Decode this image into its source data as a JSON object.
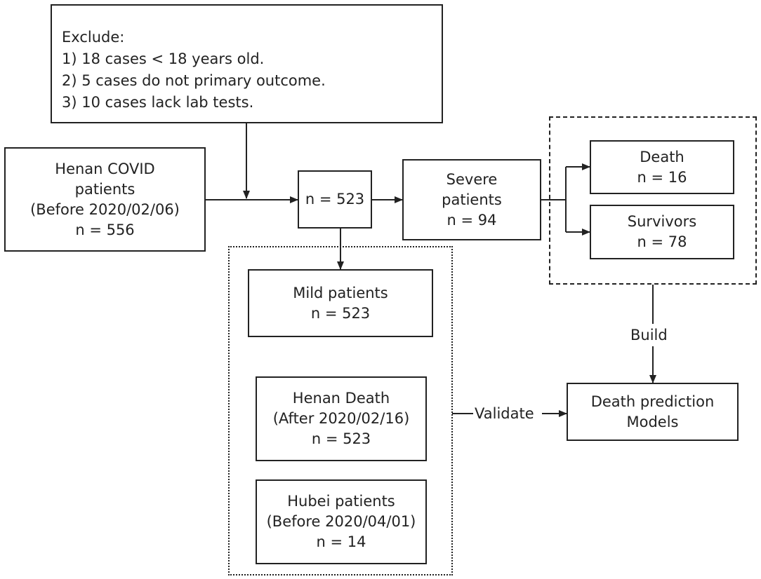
{
  "exclude": {
    "heading": "Exclude:",
    "items": [
      "1) 18 cases < 18 years old.",
      "2) 5 cases do not primary outcome.",
      "3) 10 cases lack lab tests."
    ]
  },
  "henan_covid": {
    "lines": [
      "Henan COVID",
      "patients",
      "(Before 2020/02/06)",
      "n = 556"
    ]
  },
  "n523": {
    "text": "n = 523"
  },
  "severe": {
    "lines": [
      "Severe",
      "patients",
      "n = 94"
    ]
  },
  "death": {
    "lines": [
      "Death",
      "n = 16"
    ]
  },
  "survivors": {
    "lines": [
      "Survivors",
      "n = 78"
    ]
  },
  "mild": {
    "lines": [
      "Mild patients",
      "n = 523"
    ]
  },
  "henan_death": {
    "lines": [
      "Henan Death",
      "(After 2020/02/16)",
      "n = 523"
    ]
  },
  "hubei": {
    "lines": [
      "Hubei patients",
      "(Before 2020/04/01)",
      "n = 14"
    ]
  },
  "model": {
    "lines": [
      "Death prediction",
      "Models"
    ]
  },
  "edges": {
    "build": "Build",
    "validate": "Validate"
  }
}
